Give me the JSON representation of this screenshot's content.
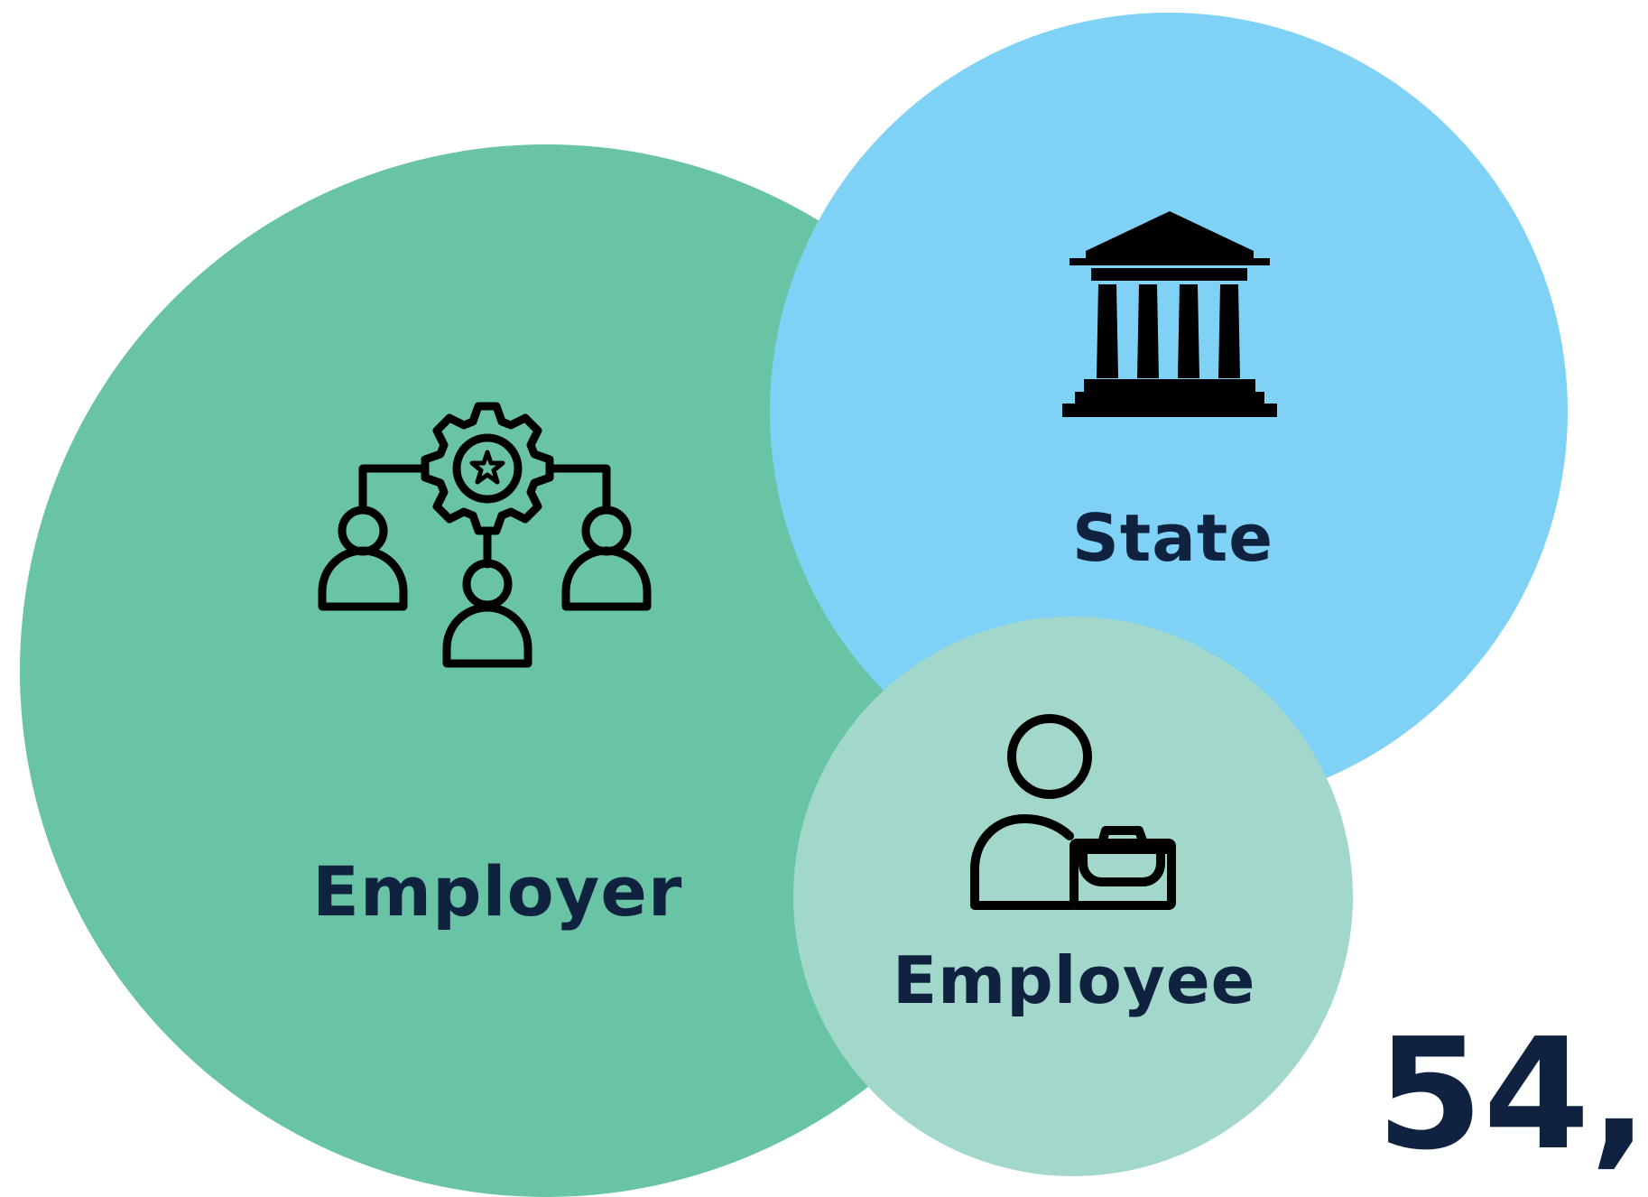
{
  "colors": {
    "employer": "#68c4a5",
    "state": "#7fd2f6",
    "employee": "#a2d7cb",
    "text": "#0f2340",
    "icon": "#000000"
  },
  "circles": {
    "employer": {
      "label": "Employer",
      "icon": "organization-gear-people-icon"
    },
    "state": {
      "label": "State",
      "icon": "government-building-icon"
    },
    "employee": {
      "label": "Employee",
      "icon": "person-briefcase-icon"
    }
  },
  "stat": {
    "value": "54,"
  }
}
